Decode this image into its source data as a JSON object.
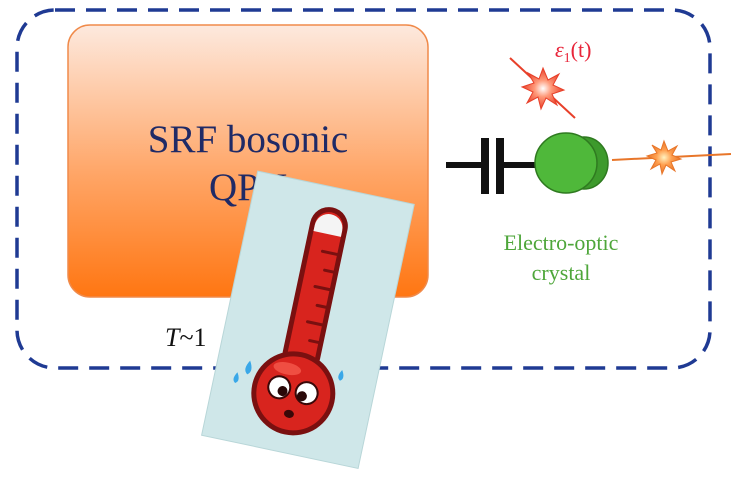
{
  "qpu": {
    "line1": "SRF bosonic",
    "line2": "QPU"
  },
  "temperature": {
    "symbol": "T",
    "tilde": "~",
    "value_prefix": "1"
  },
  "crystal": {
    "line1": "Electro-optic",
    "line2": "crystal"
  },
  "laser": {
    "epsilon": "ε",
    "subscript": "1",
    "arg": "(t)"
  },
  "colors": {
    "border": "#1f3a93",
    "qpu_top": "#fde7da",
    "qpu_bottom": "#ff7a1a",
    "qpu_text": "#1f2a66",
    "crystal_green": "#43a832",
    "crystal_text": "#4ea63a",
    "laser_red": "#e8402a",
    "laser_orange": "#e8762a",
    "epsilon_red": "#e8253a",
    "thermo_red": "#d8241e",
    "card_bg": "#cfe7e9"
  },
  "icons": {
    "thermometer": "thermometer-icon",
    "capacitor": "capacitor-icon",
    "laser_burst": "laser-burst-icon"
  }
}
